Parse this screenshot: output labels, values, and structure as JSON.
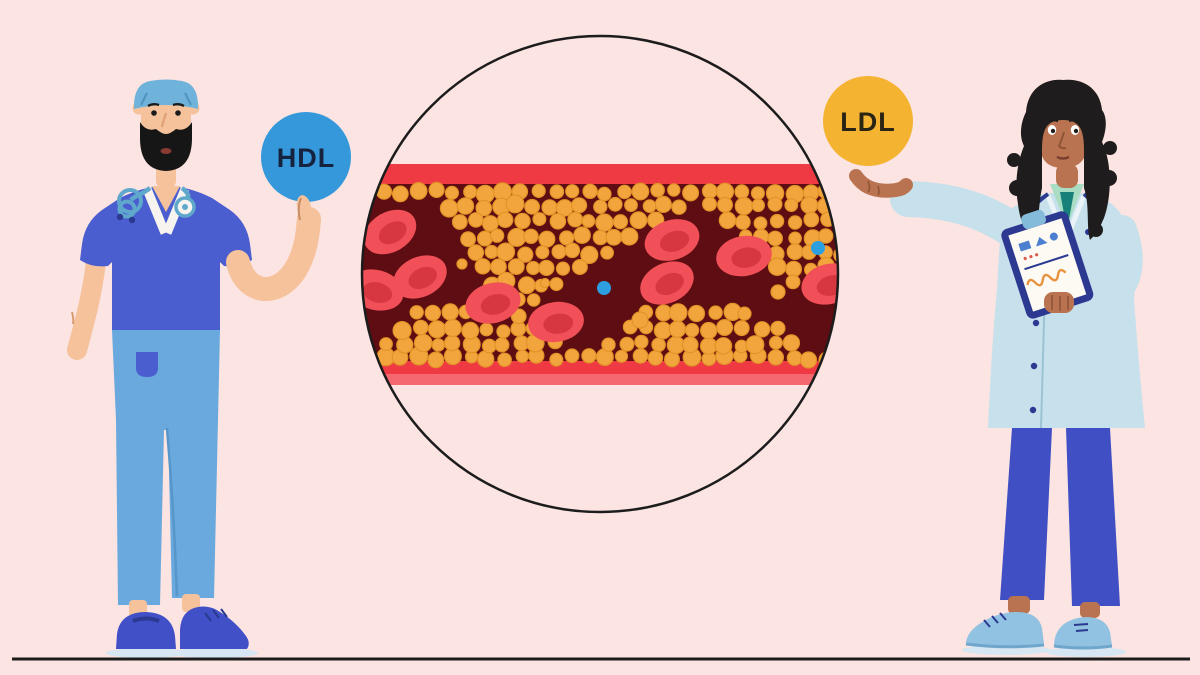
{
  "illustration": {
    "title": "HDL vs LDL cholesterol blood vessel illustration",
    "background_color": "#FBE4E1",
    "ground_line_color": "#1C1C1C",
    "hdl_badge": {
      "label": "HDL",
      "fill": "#3598DB",
      "text_color": "#16233F"
    },
    "ldl_badge": {
      "label": "LDL",
      "fill": "#F4B331",
      "text_color": "#2A2414"
    },
    "vessel": {
      "name": "magnified-artery-cross-section",
      "outline_color": "#1C1C1C",
      "wall_color": "#EF3A44",
      "wall_inner_stripe_color": "#F5686F",
      "lumen_color": "#5E0D12",
      "plaque_color": "#F2A53D",
      "plaque_edge_color": "#E29327",
      "rbc_outer_color": "#F15058",
      "rbc_inner_color": "#D63741",
      "particle_color": "#2D9FE0",
      "rbc_count": 9,
      "particle_count": 2
    },
    "left_figure": {
      "name": "male-nurse-holding-hdl",
      "cap_color": "#6FB3DA",
      "scrub_color": "#4A5ECF",
      "pants_color": "#6AA9DE",
      "shoes_color": "#4150C7",
      "skin_color": "#F5C29C",
      "stethoscope_color": "#5FA8CC"
    },
    "right_figure": {
      "name": "female-doctor-holding-ldl",
      "coat_color": "#C6E0EC",
      "shirt_color": "#A8DCC3",
      "tie_color": "#178079",
      "pants_color": "#4050C4",
      "shoes_color": "#92C2E2",
      "skin_color": "#BA7350",
      "hair_color": "#1E1C1C",
      "clipboard_color": "#2B3990",
      "stethoscope_color": "#2B3990"
    }
  }
}
